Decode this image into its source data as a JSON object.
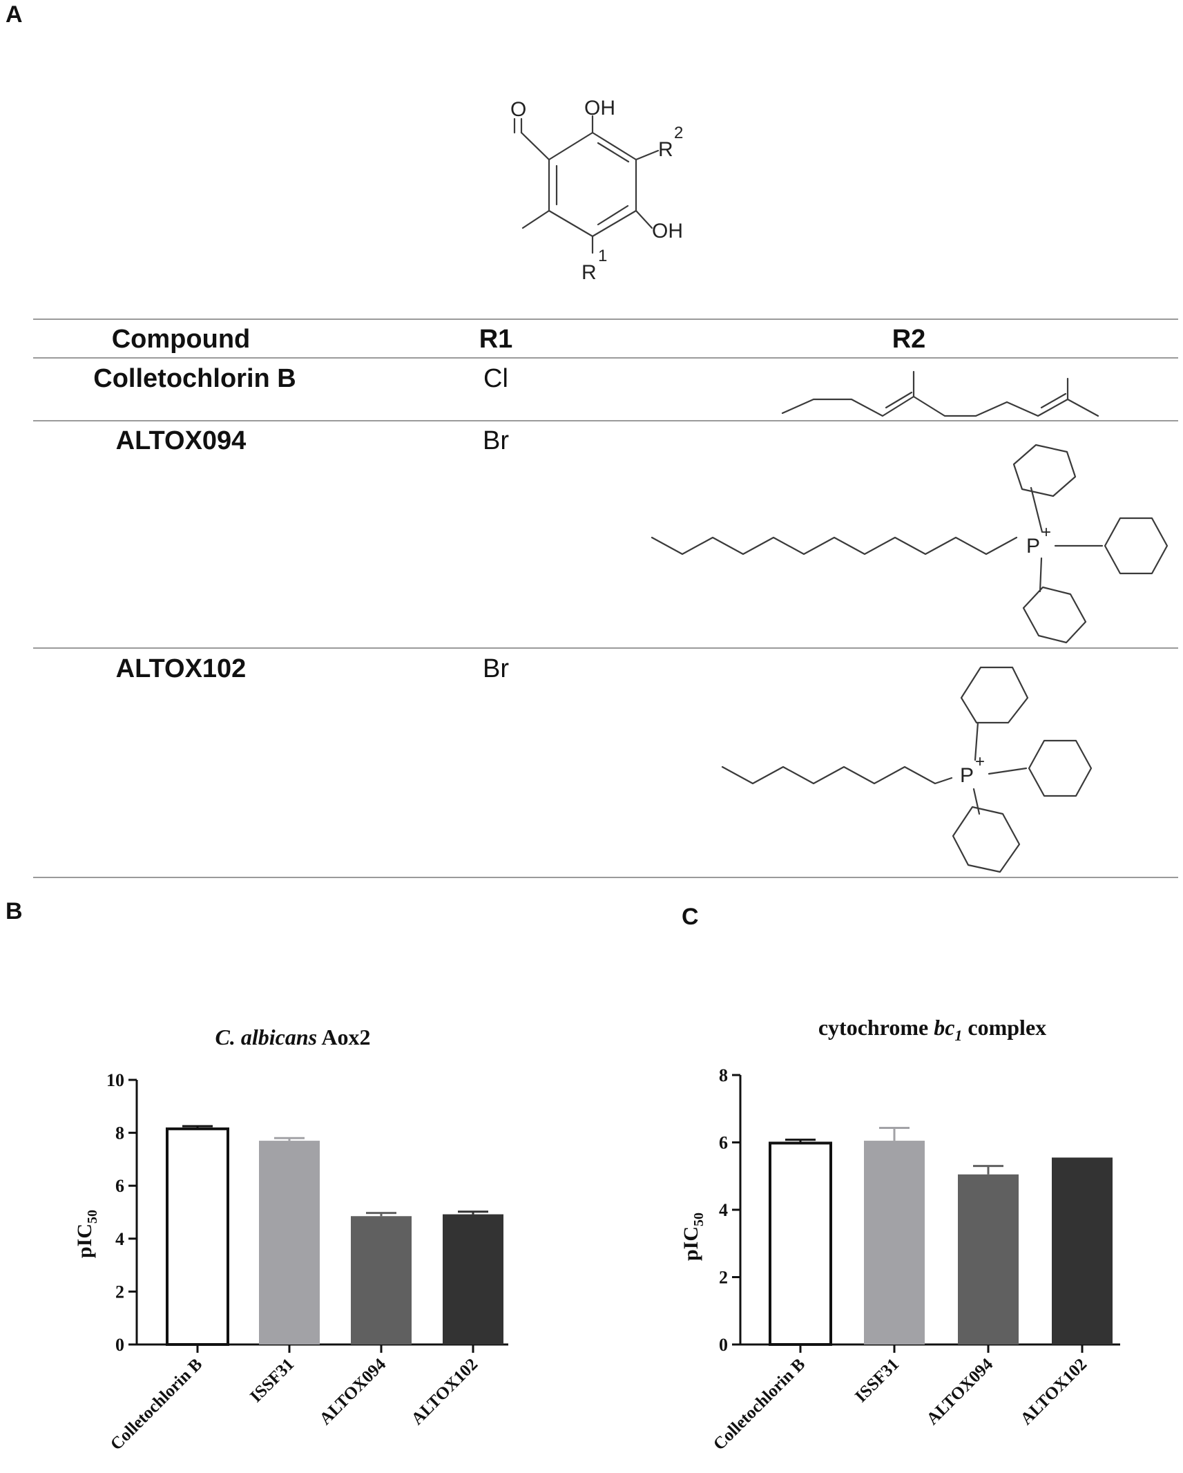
{
  "panels": {
    "a": "A",
    "b": "B",
    "c": "C"
  },
  "scaffold": {
    "atoms": {
      "aldehyde_o": "O",
      "oh_top": "OH",
      "oh_bottom": "OH",
      "r1": "R",
      "r1_sup": "1",
      "r2": "R",
      "r2_sup": "2"
    }
  },
  "table": {
    "headers": [
      "Compound",
      "R1",
      "R2"
    ],
    "rows": [
      {
        "compound": "Colletochlorin B",
        "r1": "Cl",
        "r2_structure": "farnesyl-like prenyl chain"
      },
      {
        "compound": "ALTOX094",
        "r1": "Br",
        "r2_structure": "undecyl triphenylphosphonium"
      },
      {
        "compound": "ALTOX102",
        "r1": "Br",
        "r2_structure": "heptyl triphenylphosphonium"
      }
    ],
    "phosphorus_label": "P",
    "plus_sign": "+"
  },
  "chart_data": [
    {
      "type": "bar",
      "title_italic": "C. albicans",
      "title_rest": " Aox2",
      "ylabel_main": "pIC",
      "ylabel_sub": "50",
      "categories": [
        "Colletochlorin B",
        "ISSF31",
        "ALTOX094",
        "ALTOX102"
      ],
      "values": [
        8.15,
        7.7,
        4.85,
        4.92
      ],
      "errors": [
        0.1,
        0.1,
        0.12,
        0.1
      ],
      "colors": [
        "#ffffff",
        "#a2a2a6",
        "#606060",
        "#333333"
      ],
      "ylim": [
        0,
        10
      ],
      "yticks": [
        0,
        2,
        4,
        6,
        8,
        10
      ],
      "tick_labels": [
        "0",
        "2",
        "4",
        "6",
        "8",
        "10"
      ],
      "grid": false
    },
    {
      "type": "bar",
      "title_pre": "cytochrome ",
      "title_italic": "bc",
      "title_italic_sub": "1",
      "title_rest": " complex",
      "ylabel_main": "pIC",
      "ylabel_sub": "50",
      "categories": [
        "Colletochlorin B",
        "ISSF31",
        "ALTOX094",
        "ALTOX102"
      ],
      "values": [
        5.98,
        6.05,
        5.05,
        5.55
      ],
      "errors": [
        0.1,
        0.38,
        0.25,
        0
      ],
      "colors": [
        "#ffffff",
        "#a2a2a6",
        "#606060",
        "#333333"
      ],
      "ylim": [
        0,
        8
      ],
      "yticks": [
        0,
        2,
        4,
        6,
        8
      ],
      "tick_labels": [
        "0",
        "2",
        "4",
        "6",
        "8"
      ],
      "grid": false
    }
  ]
}
